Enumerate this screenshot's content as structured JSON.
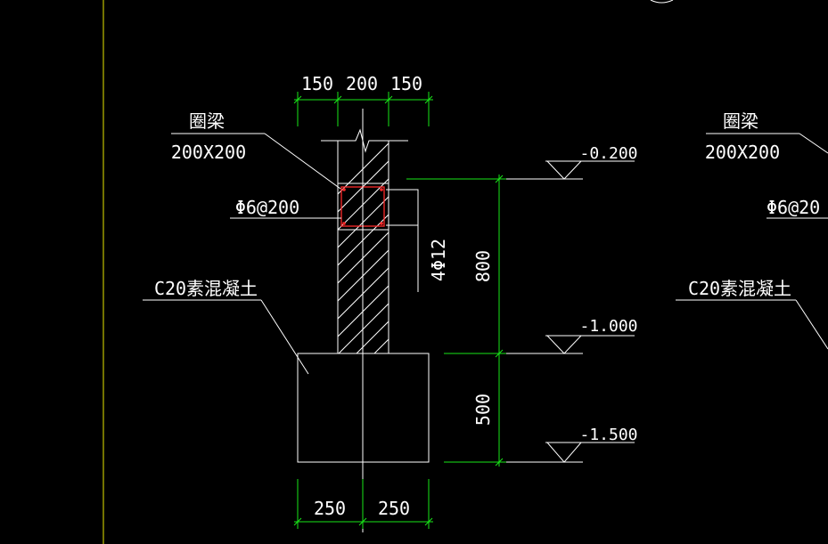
{
  "colors": {
    "background": "#000000",
    "line": "#ffffff",
    "dimension": "#19e619",
    "border": "#e6e600",
    "rebar": "#ff2a2a"
  },
  "detail_left": {
    "dim_top": [
      "150",
      "200",
      "150"
    ],
    "dim_bottom": [
      "250",
      "250"
    ],
    "ring_beam_label": "圈梁",
    "ring_beam_size": "200X200",
    "stirrup_label": "Φ6@200",
    "main_rebar_label": "4Φ12",
    "concrete_label": "C20素混凝土",
    "dim_vertical": [
      "800",
      "500"
    ],
    "elevations": [
      "-0.200",
      "-1.000",
      "-1.500"
    ]
  },
  "detail_right_partial": {
    "ring_beam_label": "圈梁",
    "ring_beam_size": "200X200",
    "stirrup_label": "Φ6@20",
    "concrete_label": "C20素混凝土"
  }
}
